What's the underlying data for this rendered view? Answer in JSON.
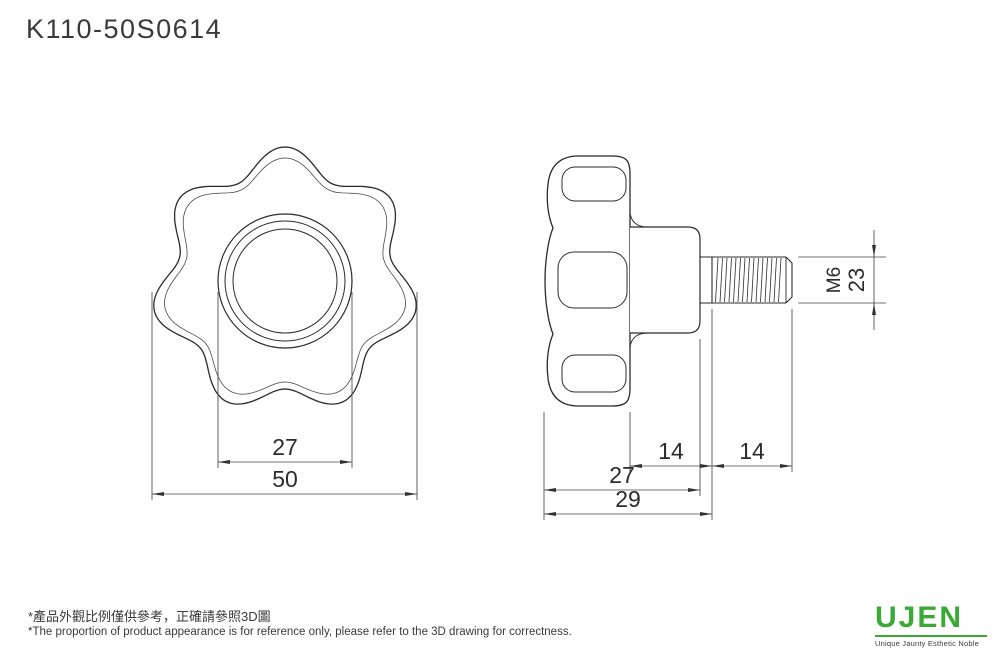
{
  "title": "K110-50S0614",
  "front": {
    "dim_inner": "27",
    "dim_outer": "50"
  },
  "side": {
    "dim_seg1": "14",
    "dim_seg2": "14",
    "dim_body": "27",
    "dim_overall": "29",
    "thread_spec": "M6",
    "dim_thread_len": "23"
  },
  "footer": {
    "note_zh": "*產品外觀比例僅供參考，正確請參照3D圖",
    "note_en": "*The proportion of product appearance is for reference only, please refer to the 3D drawing for correctness."
  },
  "logo": {
    "name": "UJEN",
    "tagline": "Unique Jaunty Esthetic Noble"
  },
  "colors": {
    "accent_green": "#3aa935",
    "line_color": "#2b2b2b"
  }
}
